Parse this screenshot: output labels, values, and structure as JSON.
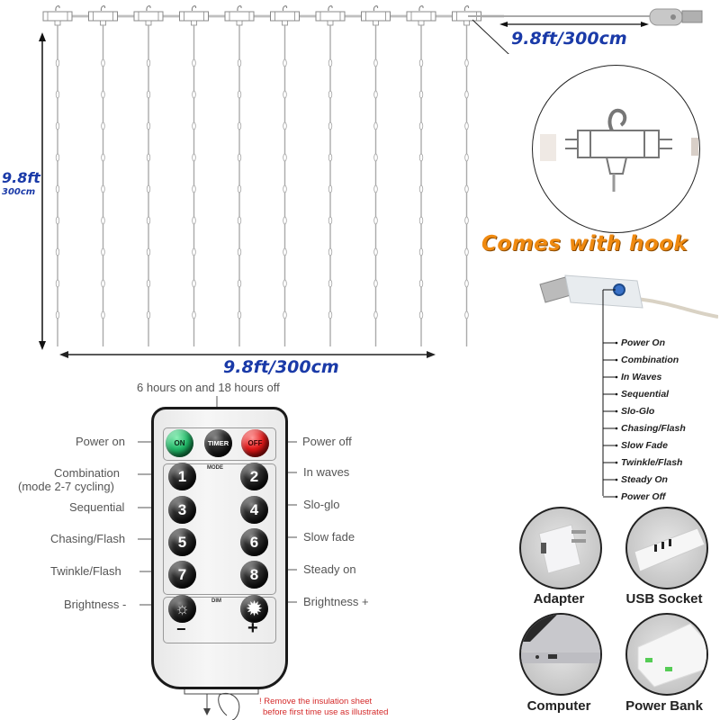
{
  "curtain": {
    "strand_count": 10,
    "width_label": "9.8ft/300cm",
    "height_label_ft": "9.8ft",
    "height_label_cm": "300cm",
    "lead_wire_label": "9.8ft/300cm"
  },
  "hook_callout": {
    "title": "Comes with hook"
  },
  "usb_controller": {
    "modes": [
      "Power On",
      "Combination",
      "In Waves",
      "Sequential",
      "Slo-Glo",
      "Chasing/Flash",
      "Slow Fade",
      "Twinkle/Flash",
      "Steady On",
      "Power Off"
    ]
  },
  "remote": {
    "timer_note": "6 hours on and 18 hours off",
    "buttons": {
      "on": "ON",
      "timer": "TIMER",
      "off": "OFF",
      "mode_section": "MODE",
      "dim_section": "DIM",
      "minus": "−",
      "plus": "+",
      "numbers": [
        "1",
        "2",
        "3",
        "4",
        "5",
        "6",
        "7",
        "8"
      ]
    },
    "labels_left": {
      "power_on": "Power on",
      "combination": "Combination",
      "combination_sub": "(mode 2-7 cycling)",
      "sequential": "Sequential",
      "chasing": "Chasing/Flash",
      "twinkle": "Twinkle/Flash",
      "brightness_minus": "Brightness -"
    },
    "labels_right": {
      "power_off": "Power off",
      "in_waves": "In waves",
      "slo_glo": "Slo-glo",
      "slow_fade": "Slow fade",
      "steady_on": "Steady on",
      "brightness_plus": "Brightness +"
    },
    "warning_line1": "! Remove the insulation sheet",
    "warning_line2": "before first time use as illustrated"
  },
  "power_sources": [
    {
      "label": "Adapter"
    },
    {
      "label": "USB Socket"
    },
    {
      "label": "Computer"
    },
    {
      "label": "Power Bank"
    }
  ],
  "colors": {
    "dimension_blue": "#1a3aa8",
    "hook_orange": "#f08a10",
    "warning_red": "#d42a2a",
    "on_green": "#22b868",
    "off_red": "#e01818"
  }
}
